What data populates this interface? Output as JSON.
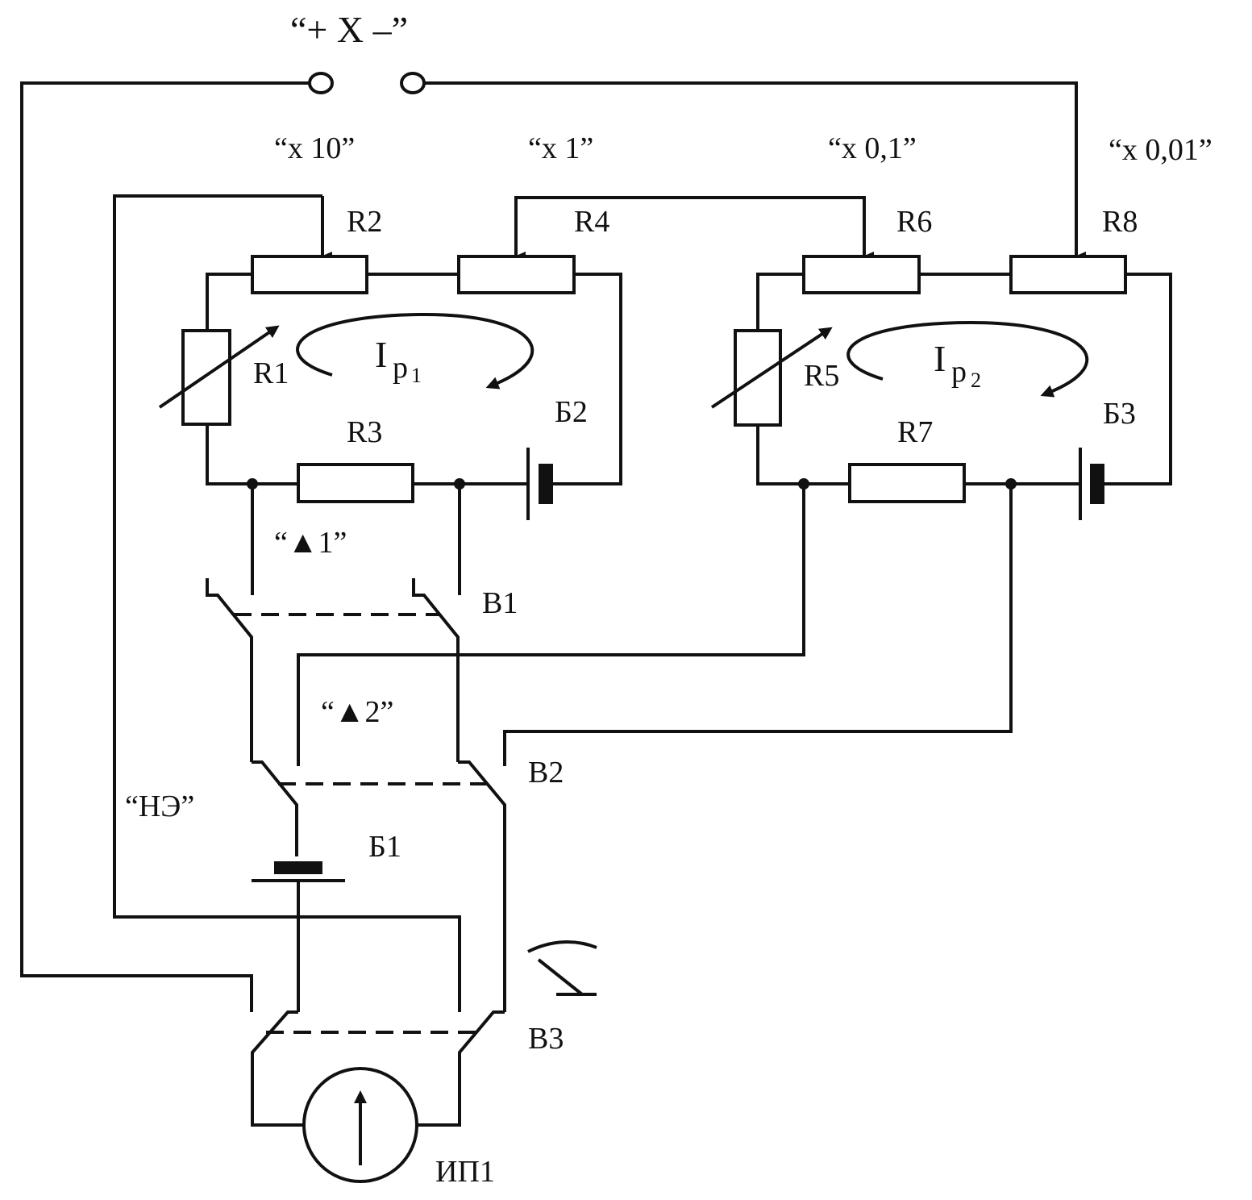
{
  "terminals": {
    "label": "“+ X –”"
  },
  "ranges": {
    "x10": "“x 10”",
    "x1": "“x 1”",
    "x01": "“x 0,1”",
    "x001": "“x 0,01”"
  },
  "resistors": {
    "r1": "R1",
    "r2": "R2",
    "r3": "R3",
    "r4": "R4",
    "r5": "R5",
    "r6": "R6",
    "r7": "R7",
    "r8": "R8"
  },
  "batteries": {
    "b1": "Б1",
    "b2": "Б2",
    "b3": "Б3"
  },
  "currents": {
    "ip1_main": "I",
    "ip1_sub": "p",
    "ip1_idx": "1",
    "ip2_main": "I",
    "ip2_sub": "p",
    "ip2_idx": "2"
  },
  "switches": {
    "v1": "В1",
    "v2": "В2",
    "v3": "В3"
  },
  "modes": {
    "d1": "“▲1”",
    "d2": "“▲2”",
    "ne": "“НЭ”"
  },
  "meter": {
    "label": "ИП1"
  }
}
